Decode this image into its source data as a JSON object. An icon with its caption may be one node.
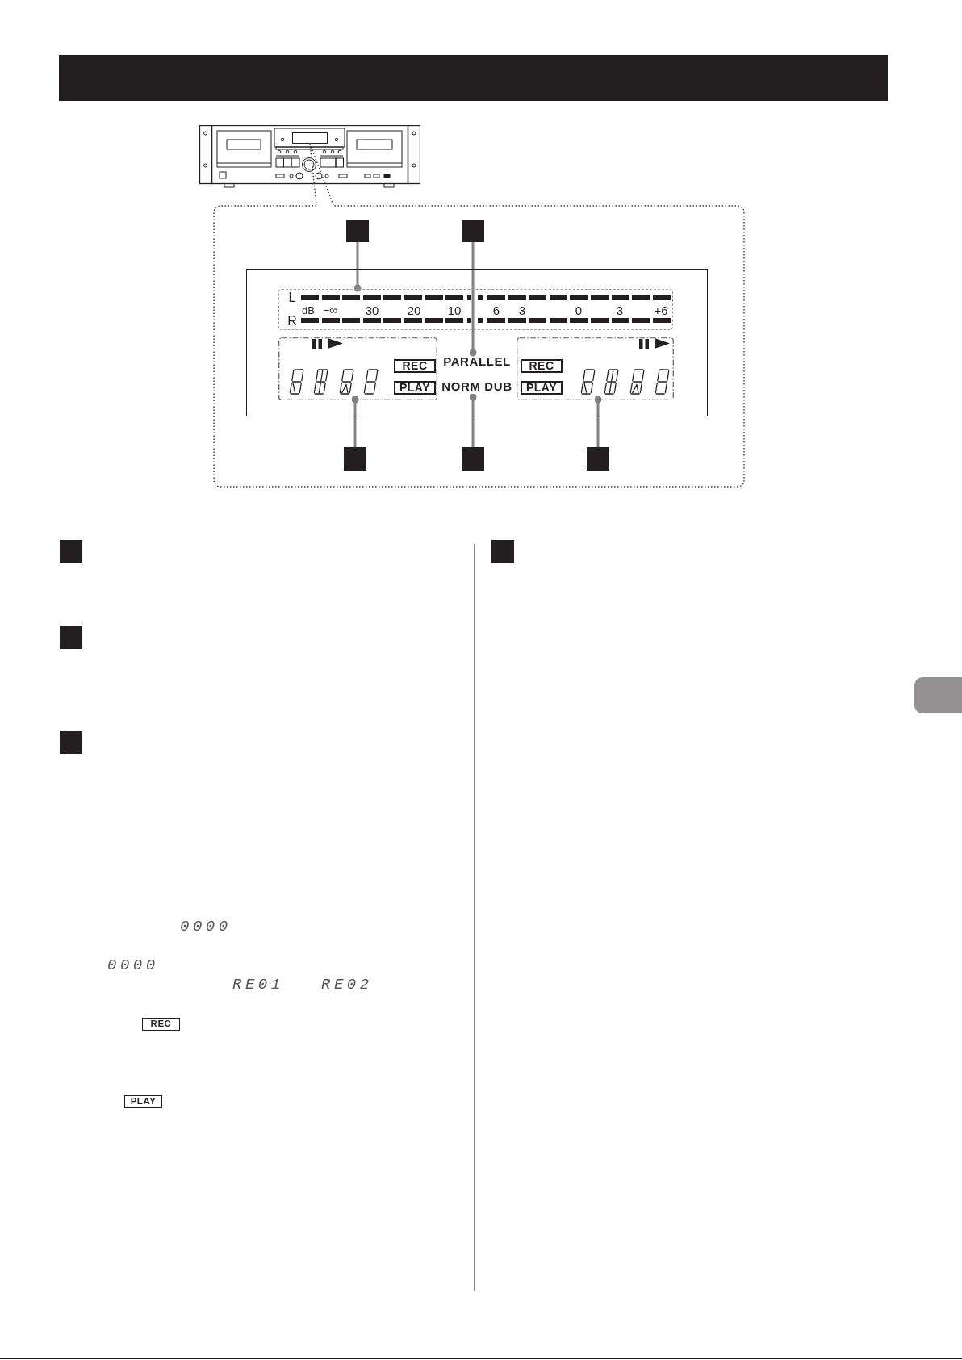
{
  "diagram": {
    "nodes": [
      {
        "text": [],
        "shape": "picture"
      },
      {
        "text": [],
        "shape": "box",
        "in": 0
      },
      {
        "text": [],
        "shape": "box"
      },
      {
        "text": [],
        "shape": "box",
        "in": 2
      },
      {
        "text": [],
        "shape": "box",
        "in": 2
      },
      {
        "text": [],
        "shape": "box",
        "in": 2
      },
      {
        "text": [
          "L",
          "dB",
          "−∞",
          "30",
          "20",
          "10",
          "6",
          "3",
          "0",
          "3",
          "+6",
          "R"
        ],
        "in": 5
      },
      {
        "text": [],
        "shape": "box",
        "in": 5
      },
      {
        "text": [
          "REC"
        ],
        "in": 7
      },
      {
        "text": [
          "PLAY"
        ],
        "in": 7
      },
      {
        "text": [
          "PARALLEL"
        ],
        "in": 5
      },
      {
        "text": [
          "NORM DUB"
        ],
        "in": 5
      },
      {
        "text": [],
        "shape": "box",
        "in": 5
      },
      {
        "text": [
          "REC"
        ],
        "in": 12
      },
      {
        "text": [
          "PLAY"
        ],
        "in": 12
      },
      {
        "text": [],
        "shape": "box",
        "in": 2
      },
      {
        "text": [],
        "shape": "box",
        "in": 2
      },
      {
        "text": [],
        "shape": "box",
        "in": 2
      },
      {
        "text": [],
        "shape": "box"
      },
      {
        "text": [],
        "shape": "box"
      },
      {
        "text": [],
        "shape": "box"
      },
      {
        "text": [
          "REC"
        ]
      },
      {
        "text": [
          "PLAY"
        ]
      },
      {
        "text": [],
        "shape": "box"
      }
    ],
    "edges": [
      {
        "from": 1,
        "to": 2,
        "arrow": "none",
        "style": "dashed",
        "color": "#414042"
      },
      {
        "from": 1,
        "to": 2,
        "arrow": "none",
        "style": "dashed",
        "color": "#414042"
      },
      {
        "from": 3,
        "to": 6,
        "arrow": "other"
      },
      {
        "from": 4,
        "to": 10,
        "arrow": "other"
      },
      {
        "from": 15,
        "to": 7,
        "arrow": "other"
      },
      {
        "from": 16,
        "to": 11,
        "arrow": "other"
      },
      {
        "from": 17,
        "to": 12,
        "arrow": "other"
      }
    ],
    "labels": [
      "0000",
      "0000",
      "RE01",
      "RE02"
    ]
  }
}
